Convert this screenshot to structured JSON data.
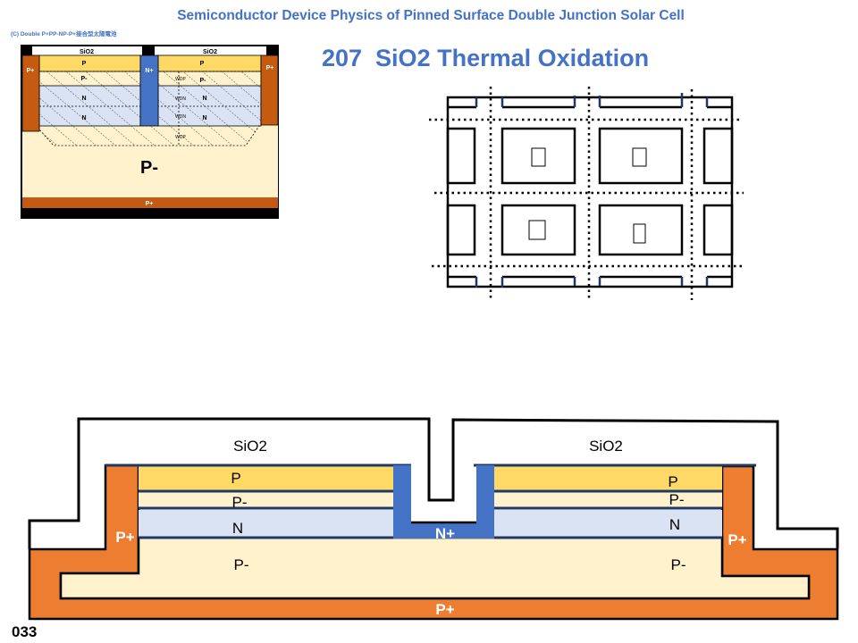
{
  "header": {
    "title": "Semiconductor Device Physics of Pinned Surface Double Junction Solar Cell",
    "heading": "207  SiO2 Thermal Oxidation",
    "slide_number": "033"
  },
  "thumbnail": {
    "caption": "(C) Double P+PP-NP-P+接合型太陽電池",
    "labels": {
      "sio2_left": "SiO2",
      "sio2_right": "SiO2",
      "p_left": "P",
      "p_right": "P",
      "pminus_left": "P-",
      "pminus_right": "P-",
      "n1_left": "N",
      "n2_left": "N",
      "n1_right": "N",
      "n2_right": "N",
      "nplus": "N+",
      "pplus_left": "P+",
      "pplus_right": "P+",
      "bulk": "P-",
      "pplus_bottom": "P+",
      "wdp_top": "WDP",
      "wdn_1": "WDN",
      "wdn_2": "WDN",
      "wdp_bottom": "WDP"
    }
  },
  "cross_section": {
    "sio2_left": "SiO2",
    "sio2_right": "SiO2",
    "p_left": "P",
    "p_right": "P",
    "pminus_left": "P-",
    "pminus_right": "P-",
    "n_left": "N",
    "n_right": "N",
    "nplus": "N+",
    "pplus_left": "P+",
    "pplus_right": "P+",
    "pplus_bottom": "P+",
    "bulk_left": "P-",
    "bulk_right": "P-"
  },
  "colors": {
    "title_blue": "#4472c4",
    "p_yellow": "#ffd966",
    "pminus_cream": "#fff2cc",
    "n_lightblue": "#dae3f3",
    "nplus_blue": "#4472c4",
    "pplus_orange": "#ed7d31",
    "thumb_pplus": "#c55a11"
  }
}
